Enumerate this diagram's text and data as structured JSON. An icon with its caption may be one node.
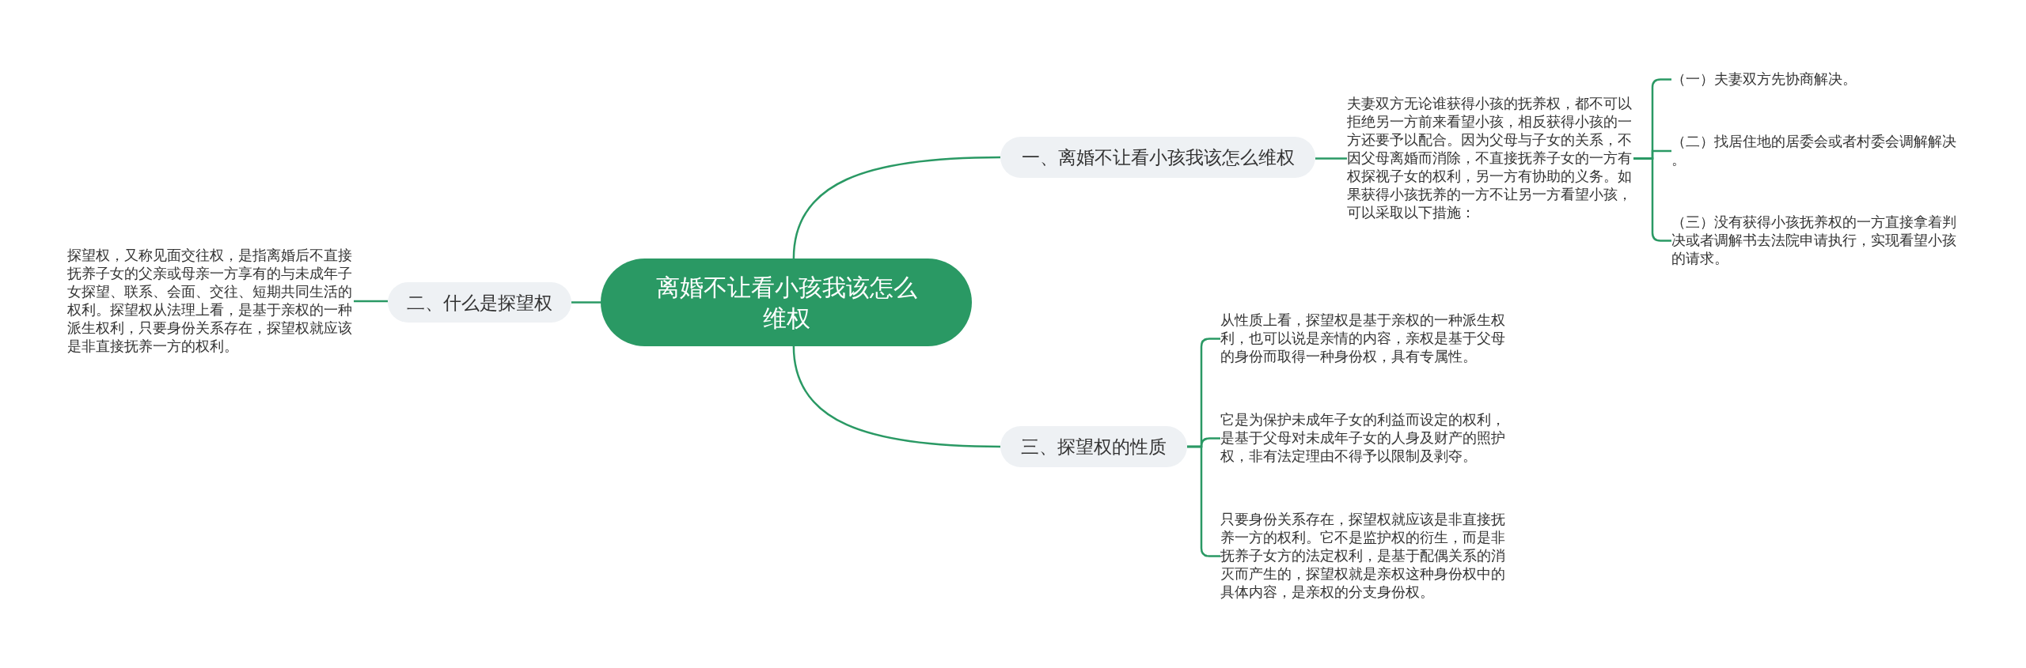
{
  "diagram": {
    "nodes": [
      {
        "text": [
          "离婚不让看小孩我该怎么维权"
        ]
      },
      {
        "text": [
          "一、离婚不让看小孩我该怎么维权"
        ]
      },
      {
        "text": [
          "夫妻双方无论谁获得小孩的抚养权，都不可以拒绝另一方前来看望小孩，相反获得小孩的一方还要予以配合。因为父母与子女的关系，不因父母离婚而消除，不直接抚养子女的一方有权探视子女的权利，另一方有协助的义务。如果获得小孩抚养的一方不让另一方看望小孩，可以采取以下措施："
        ]
      },
      {
        "text": [
          "（一）夫妻双方先协商解决。"
        ]
      },
      {
        "text": [
          "（二）找居住地的居委会或者村委会调解解决。"
        ]
      },
      {
        "text": [
          "（三）没有获得小孩抚养权的一方直接拿着判决或者调解书去法院申请执行，实现看望小孩的请求。"
        ]
      },
      {
        "text": [
          "二、什么是探望权"
        ]
      },
      {
        "text": [
          "探望权，又称见面交往权，是指离婚后不直接抚养子女的父亲或母亲一方享有的与未成年子女探望、联系、会面、交往、短期共同生活的权利。探望权从法理上看，是基于亲权的一种派生权利，只要身份关系存在，探望权就应该是非直接抚养一方的权利。"
        ]
      },
      {
        "text": [
          "三、探望权的性质"
        ]
      },
      {
        "text": [
          "从性质上看，探望权是基于亲权的一种派生权利，也可以说是亲情的内容，亲权是基于父母的身份而取得一种身份权，具有专属性。"
        ]
      },
      {
        "text": [
          "它是为保护未成年子女的利益而设定的权利，是基于父母对未成年子女的人身及财产的照护权，非有法定理由不得予以限制及剥夺。"
        ]
      },
      {
        "text": [
          "只要身份关系存在，探望权就应该是非直接抚养一方的权利。它不是监护权的衍生，而是非抚养子女方的法定权利，是基于配偶关系的消灭而产生的，探望权就是亲权这种身份权中的具体内容，是亲权的分支身份权。"
        ]
      }
    ],
    "edges": [
      {
        "from": 0,
        "to": 1,
        "arrow": "none"
      },
      {
        "from": 1,
        "to": 2,
        "arrow": "none"
      },
      {
        "from": 2,
        "to": 3,
        "arrow": "none"
      },
      {
        "from": 2,
        "to": 4,
        "arrow": "none"
      },
      {
        "from": 2,
        "to": 5,
        "arrow": "none"
      },
      {
        "from": 0,
        "to": 6,
        "arrow": "none"
      },
      {
        "from": 6,
        "to": 7,
        "arrow": "none"
      },
      {
        "from": 0,
        "to": 8,
        "arrow": "none"
      },
      {
        "from": 8,
        "to": 9,
        "arrow": "none"
      },
      {
        "from": 8,
        "to": 10,
        "arrow": "none"
      },
      {
        "from": 8,
        "to": 11,
        "arrow": "none"
      }
    ]
  }
}
